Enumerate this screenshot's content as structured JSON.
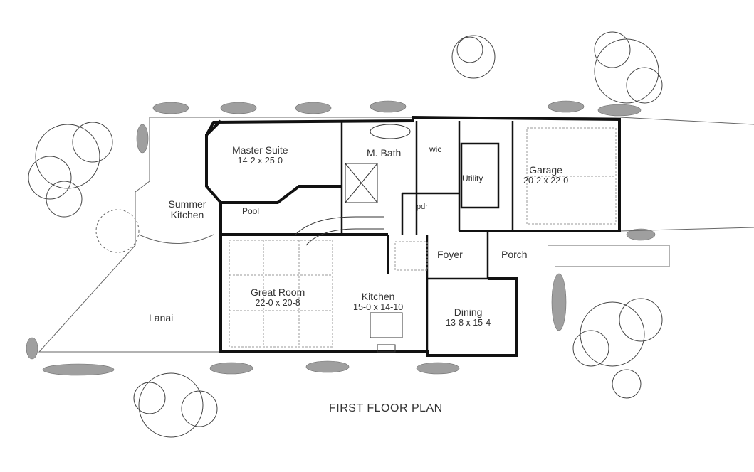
{
  "title": "FIRST FLOOR PLAN",
  "rooms": [
    {
      "id": "master-suite",
      "name": "Master Suite",
      "dims": "14-2 x 25-0"
    },
    {
      "id": "m-bath",
      "name": "M. Bath",
      "dims": ""
    },
    {
      "id": "wic",
      "name": "wic",
      "dims": ""
    },
    {
      "id": "utility",
      "name": "Utility",
      "dims": ""
    },
    {
      "id": "garage",
      "name": "Garage",
      "dims": "20-2 x 22-0"
    },
    {
      "id": "summer-kitchen",
      "name": "Summer Kitchen",
      "dims": ""
    },
    {
      "id": "pool",
      "name": "Pool",
      "dims": ""
    },
    {
      "id": "pdr",
      "name": "pdr",
      "dims": ""
    },
    {
      "id": "foyer",
      "name": "Foyer",
      "dims": ""
    },
    {
      "id": "porch",
      "name": "Porch",
      "dims": ""
    },
    {
      "id": "great-room",
      "name": "Great Room",
      "dims": "22-0 x 20-8"
    },
    {
      "id": "kitchen",
      "name": "Kitchen",
      "dims": "15-0 x 14-10"
    },
    {
      "id": "dining",
      "name": "Dining",
      "dims": "13-8 x 15-4"
    },
    {
      "id": "lanai",
      "name": "Lanai",
      "dims": ""
    }
  ],
  "colors": {
    "wall": "#111111",
    "dashed": "#888888",
    "text": "#333333",
    "tree": "#444444"
  }
}
